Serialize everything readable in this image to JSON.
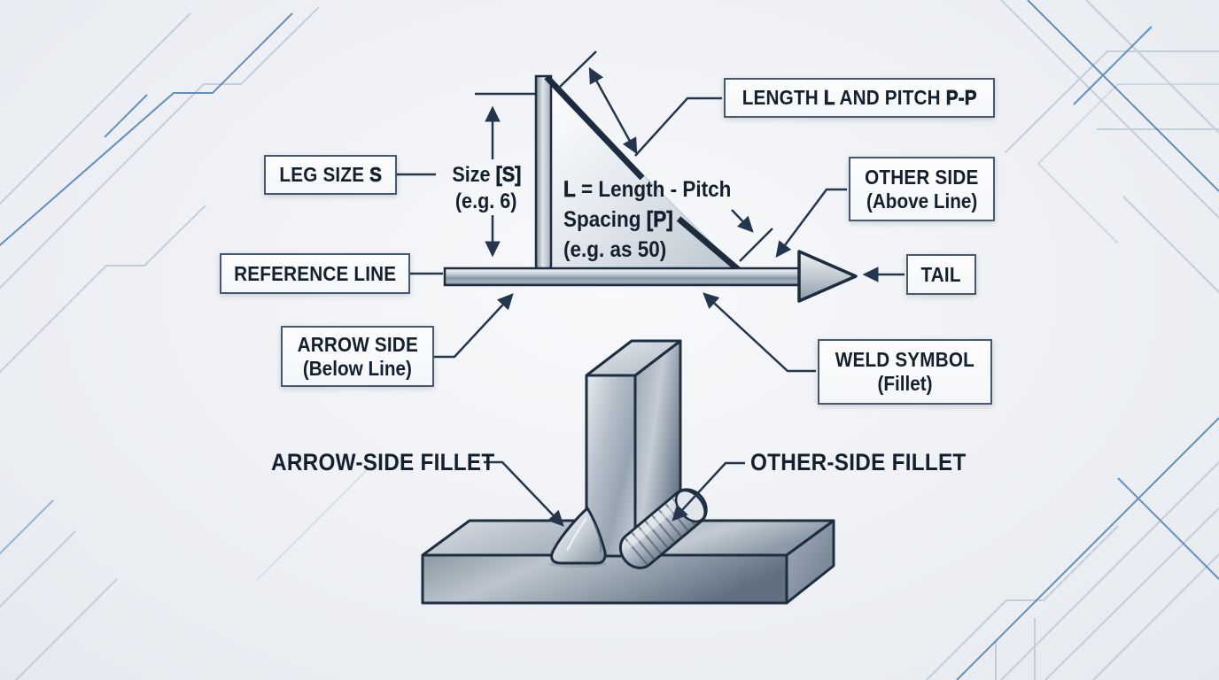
{
  "diagram_subject": "Fillet weld symbol anatomy with 3D T-joint illustration",
  "colors": {
    "ink": "#1c2b3d",
    "line": "#24364d",
    "box_border": "#47586c",
    "box_fill": "#fafbfc",
    "text": "#14202e",
    "background": "#eef0f4",
    "circuit_blue": "#4d7db2",
    "circuit_gray": "#b9c6d5",
    "metal_light": "#e8ecf0",
    "metal_mid": "#9aa6b2",
    "metal_dark": "#5f6d7d"
  },
  "labels": {
    "length_pitch": {
      "pre": "LENGTH ",
      "b1": "L",
      "mid": " AND PITCH ",
      "b2": "P-P"
    },
    "leg_size": {
      "pre": "LEG SIZE ",
      "b1": "S"
    },
    "reference_line": {
      "text": "REFERENCE LINE"
    },
    "arrow_side": {
      "line1": "ARROW SIDE",
      "line2": "(Below Line)"
    },
    "other_side": {
      "line1": "OTHER SIDE",
      "line2": "(Above Line)"
    },
    "tail": {
      "text": "TAIL"
    },
    "weld_symbol": {
      "line1": "WELD SYMBOL",
      "line2": "(Fillet)"
    },
    "size_annotation": {
      "pre": "Size ",
      "b1": "[S]",
      "line2": "(e.g. 6)"
    },
    "length_annotation": {
      "b1": "L",
      "line1_rest": " = Length - Pitch",
      "line2_pre": "Spacing ",
      "line2_b": "[P]",
      "line3": "(e.g. as 50)"
    },
    "arrow_side_fillet": {
      "text": "ARROW-SIDE FILLET"
    },
    "other_side_fillet": {
      "text": "OTHER-SIDE FILLET"
    }
  }
}
